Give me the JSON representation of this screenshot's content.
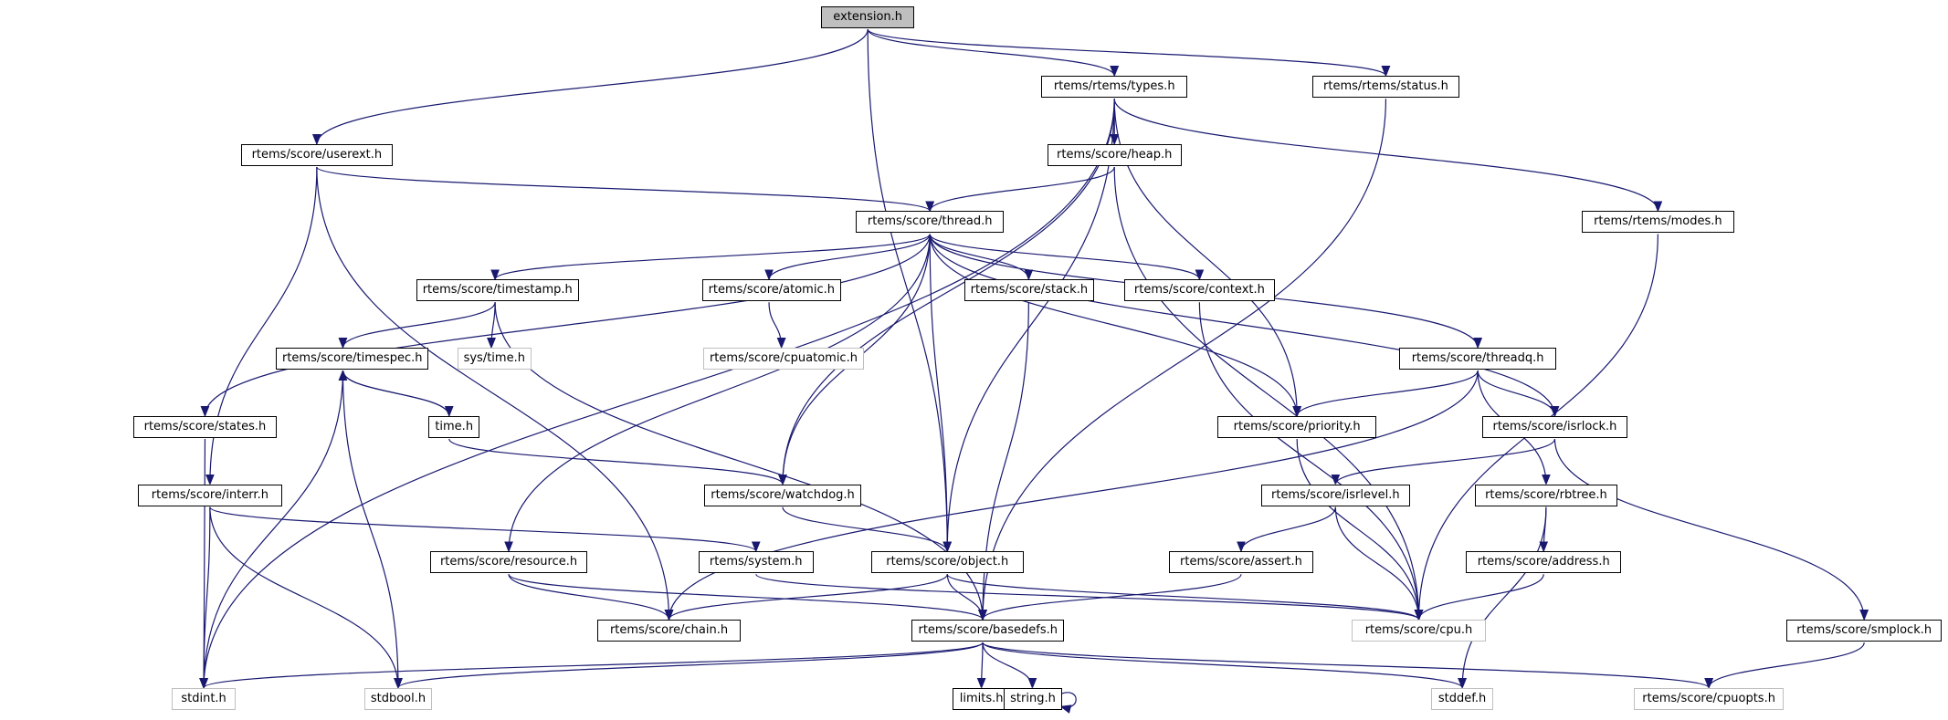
{
  "diagram": {
    "title": "extension.h",
    "type": "include-dependency-graph",
    "colors": {
      "edge": "#191970",
      "root_fill": "#bfbfbf",
      "node_border": "#000000",
      "missing_border": "#bfbfbf",
      "background": "#ffffff"
    },
    "nodes": [
      {
        "id": "extension",
        "label": "extension.h",
        "kind": "root"
      },
      {
        "id": "types",
        "label": "rtems/rtems/types.h",
        "kind": "normal"
      },
      {
        "id": "status",
        "label": "rtems/rtems/status.h",
        "kind": "normal"
      },
      {
        "id": "userext",
        "label": "rtems/score/userext.h",
        "kind": "normal"
      },
      {
        "id": "heap",
        "label": "rtems/score/heap.h",
        "kind": "normal"
      },
      {
        "id": "thread",
        "label": "rtems/score/thread.h",
        "kind": "normal"
      },
      {
        "id": "modes",
        "label": "rtems/rtems/modes.h",
        "kind": "normal"
      },
      {
        "id": "timestamp",
        "label": "rtems/score/timestamp.h",
        "kind": "normal"
      },
      {
        "id": "atomic",
        "label": "rtems/score/atomic.h",
        "kind": "normal"
      },
      {
        "id": "stack",
        "label": "rtems/score/stack.h",
        "kind": "normal"
      },
      {
        "id": "context",
        "label": "rtems/score/context.h",
        "kind": "normal"
      },
      {
        "id": "timespec",
        "label": "rtems/score/timespec.h",
        "kind": "normal"
      },
      {
        "id": "systime",
        "label": "sys/time.h",
        "kind": "missing"
      },
      {
        "id": "cpuatomic",
        "label": "rtems/score/cpuatomic.h",
        "kind": "missing"
      },
      {
        "id": "threadq",
        "label": "rtems/score/threadq.h",
        "kind": "normal"
      },
      {
        "id": "states",
        "label": "rtems/score/states.h",
        "kind": "normal"
      },
      {
        "id": "timeh",
        "label": "time.h",
        "kind": "normal"
      },
      {
        "id": "priority",
        "label": "rtems/score/priority.h",
        "kind": "normal"
      },
      {
        "id": "isrlock",
        "label": "rtems/score/isrlock.h",
        "kind": "normal"
      },
      {
        "id": "interr",
        "label": "rtems/score/interr.h",
        "kind": "normal"
      },
      {
        "id": "watchdog",
        "label": "rtems/score/watchdog.h",
        "kind": "normal"
      },
      {
        "id": "isrlevel",
        "label": "rtems/score/isrlevel.h",
        "kind": "normal"
      },
      {
        "id": "rbtree",
        "label": "rtems/score/rbtree.h",
        "kind": "normal"
      },
      {
        "id": "resource",
        "label": "rtems/score/resource.h",
        "kind": "normal"
      },
      {
        "id": "system",
        "label": "rtems/system.h",
        "kind": "normal"
      },
      {
        "id": "object",
        "label": "rtems/score/object.h",
        "kind": "normal"
      },
      {
        "id": "assert",
        "label": "rtems/score/assert.h",
        "kind": "normal"
      },
      {
        "id": "address",
        "label": "rtems/score/address.h",
        "kind": "normal"
      },
      {
        "id": "chain",
        "label": "rtems/score/chain.h",
        "kind": "normal"
      },
      {
        "id": "basedefs",
        "label": "rtems/score/basedefs.h",
        "kind": "normal"
      },
      {
        "id": "cpu",
        "label": "rtems/score/cpu.h",
        "kind": "missing"
      },
      {
        "id": "smplock",
        "label": "rtems/score/smplock.h",
        "kind": "normal"
      },
      {
        "id": "stdint",
        "label": "stdint.h",
        "kind": "missing"
      },
      {
        "id": "stdbool",
        "label": "stdbool.h",
        "kind": "missing"
      },
      {
        "id": "limits",
        "label": "limits.h",
        "kind": "normal"
      },
      {
        "id": "string",
        "label": "string.h",
        "kind": "normal"
      },
      {
        "id": "stddef",
        "label": "stddef.h",
        "kind": "missing"
      },
      {
        "id": "cpuopts",
        "label": "rtems/score/cpuopts.h",
        "kind": "missing"
      }
    ],
    "edges": [
      [
        "extension",
        "types"
      ],
      [
        "extension",
        "status"
      ],
      [
        "extension",
        "userext"
      ],
      [
        "extension",
        "object"
      ],
      [
        "types",
        "heap"
      ],
      [
        "types",
        "stdint"
      ],
      [
        "types",
        "watchdog"
      ],
      [
        "types",
        "object"
      ],
      [
        "types",
        "priority"
      ],
      [
        "types",
        "modes"
      ],
      [
        "status",
        "basedefs"
      ],
      [
        "userext",
        "thread"
      ],
      [
        "userext",
        "interr"
      ],
      [
        "userext",
        "chain"
      ],
      [
        "heap",
        "thread"
      ],
      [
        "heap",
        "cpu"
      ],
      [
        "modes",
        "cpu"
      ],
      [
        "thread",
        "timestamp"
      ],
      [
        "thread",
        "atomic"
      ],
      [
        "thread",
        "stack"
      ],
      [
        "thread",
        "context"
      ],
      [
        "thread",
        "threadq"
      ],
      [
        "thread",
        "states"
      ],
      [
        "thread",
        "resource"
      ],
      [
        "thread",
        "watchdog"
      ],
      [
        "thread",
        "object"
      ],
      [
        "thread",
        "priority"
      ],
      [
        "thread",
        "isrlock"
      ],
      [
        "timestamp",
        "timespec"
      ],
      [
        "timestamp",
        "systime"
      ],
      [
        "timestamp",
        "basedefs"
      ],
      [
        "atomic",
        "cpuatomic"
      ],
      [
        "stack",
        "basedefs"
      ],
      [
        "context",
        "cpu"
      ],
      [
        "timespec",
        "timeh"
      ],
      [
        "timespec",
        "stdint"
      ],
      [
        "timespec",
        "stdbool"
      ],
      [
        "timeh",
        "timespec"
      ],
      [
        "timeh",
        "watchdog"
      ],
      [
        "threadq",
        "priority"
      ],
      [
        "threadq",
        "isrlock"
      ],
      [
        "threadq",
        "rbtree"
      ],
      [
        "threadq",
        "chain"
      ],
      [
        "states",
        "stdint"
      ],
      [
        "priority",
        "cpu"
      ],
      [
        "isrlock",
        "isrlevel"
      ],
      [
        "isrlock",
        "smplock"
      ],
      [
        "interr",
        "system"
      ],
      [
        "interr",
        "stdint"
      ],
      [
        "interr",
        "stdbool"
      ],
      [
        "watchdog",
        "object"
      ],
      [
        "isrlevel",
        "assert"
      ],
      [
        "isrlevel",
        "cpu"
      ],
      [
        "rbtree",
        "address"
      ],
      [
        "rbtree",
        "stddef"
      ],
      [
        "resource",
        "chain"
      ],
      [
        "resource",
        "basedefs"
      ],
      [
        "system",
        "cpu"
      ],
      [
        "object",
        "chain"
      ],
      [
        "object",
        "basedefs"
      ],
      [
        "object",
        "cpu"
      ],
      [
        "assert",
        "basedefs"
      ],
      [
        "address",
        "cpu"
      ],
      [
        "smplock",
        "cpuopts"
      ],
      [
        "basedefs",
        "stdint"
      ],
      [
        "basedefs",
        "stdbool"
      ],
      [
        "basedefs",
        "limits"
      ],
      [
        "basedefs",
        "string"
      ],
      [
        "basedefs",
        "stddef"
      ],
      [
        "basedefs",
        "cpuopts"
      ],
      [
        "string",
        "string"
      ]
    ]
  }
}
